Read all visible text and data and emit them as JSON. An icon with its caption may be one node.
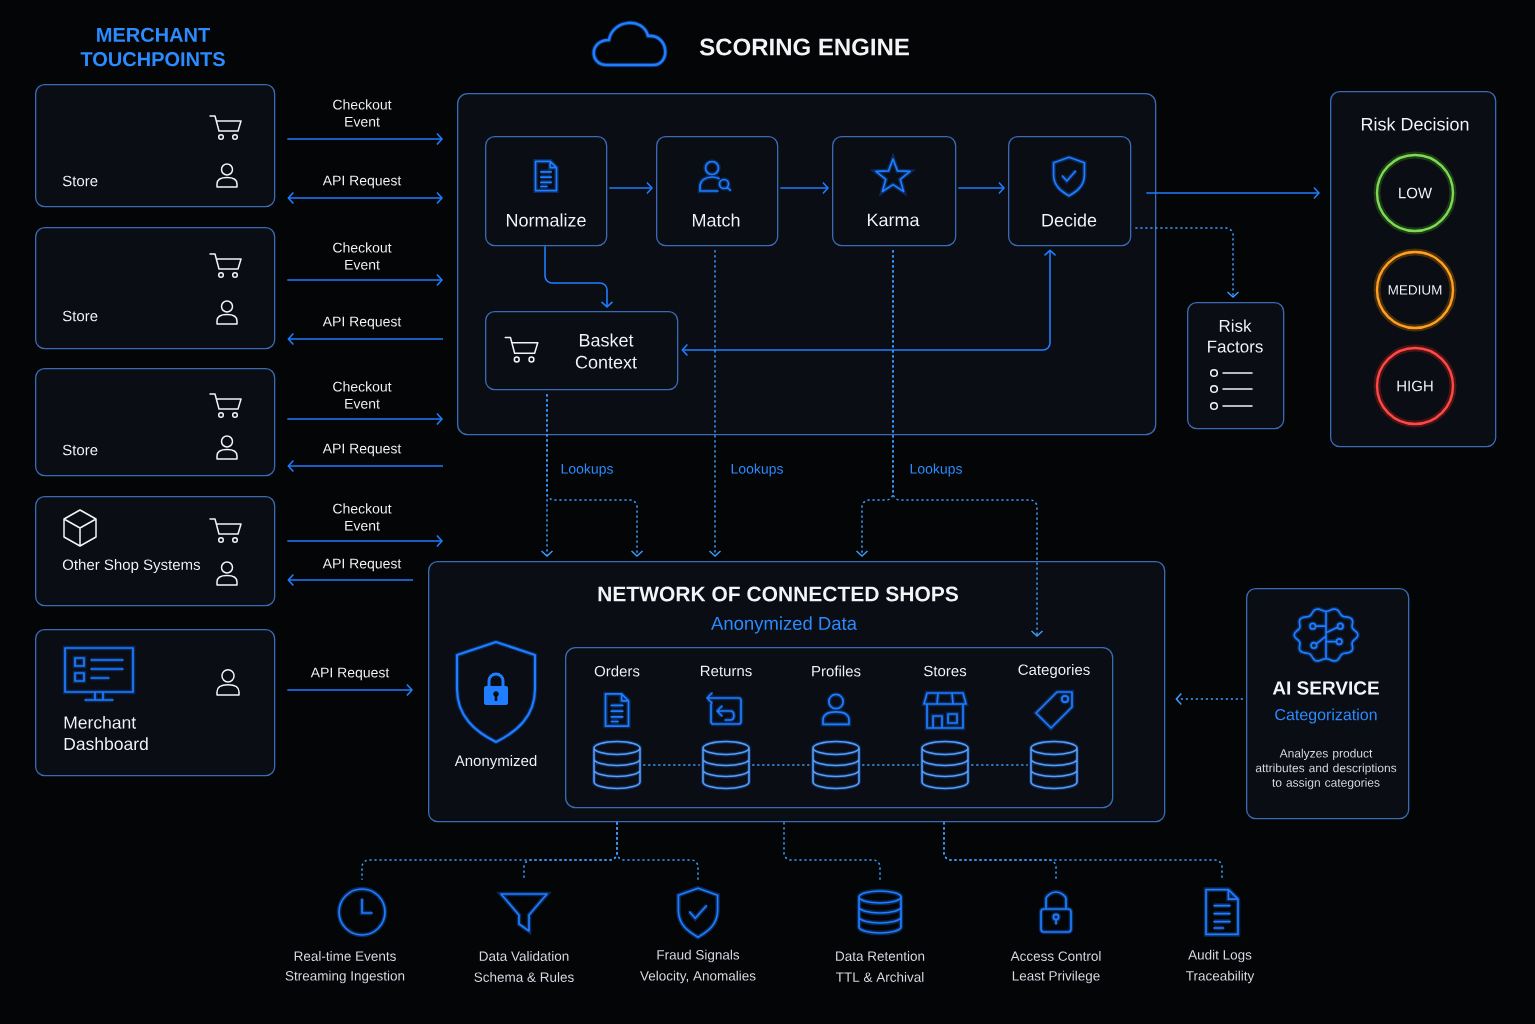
{
  "diagram": {
    "title": "SCORING ENGINE",
    "nodes": [
      {
        "text": [
          "Store"
        ]
      },
      {
        "text": [
          "Store"
        ]
      },
      {
        "text": [
          "Store"
        ]
      },
      {
        "text": [
          "Other Shop Systems"
        ]
      },
      {
        "text": [
          "Merchant Dashboard"
        ]
      },
      {
        "text": [],
        "shape": "box"
      },
      {
        "text": [
          "Normalize"
        ],
        "in": 5
      },
      {
        "text": [
          "Match"
        ],
        "in": 5
      },
      {
        "text": [
          "Karma"
        ],
        "in": 5
      },
      {
        "text": [
          "Decide"
        ],
        "in": 5
      },
      {
        "text": [
          "Basket Context"
        ],
        "in": 5
      },
      {
        "text": [
          "Risk Factors"
        ]
      },
      {
        "text": [
          "Risk Decision"
        ]
      },
      {
        "text": [
          "LOW"
        ],
        "in": 12
      },
      {
        "text": [
          "MEDIUM"
        ],
        "in": 12
      },
      {
        "text": [
          "HIGH"
        ],
        "in": 12
      },
      {
        "text": [
          "NETWORK OF CONNECTED SHOPS",
          "Anonymized Data"
        ]
      },
      {
        "text": [],
        "shape": "box",
        "in": 16
      },
      {
        "text": [
          "Orders"
        ],
        "in": 17
      },
      {
        "text": [
          "Returns"
        ],
        "in": 17
      },
      {
        "text": [
          "Profiles"
        ],
        "in": 17
      },
      {
        "text": [
          "Stores"
        ],
        "in": 17
      },
      {
        "text": [
          "Categories"
        ],
        "in": 17
      },
      {
        "text": [
          "AI SERVICE",
          "Categorization",
          "Analyzes product attributes and descriptions to assign categories"
        ]
      },
      {
        "text": [
          "Real-time Events",
          "Streaming Ingestion"
        ]
      },
      {
        "text": [
          "Data Validation",
          "Schema & Rules"
        ]
      },
      {
        "text": [
          "Fraud Signals",
          "Velocity, Anomalies"
        ]
      },
      {
        "text": [
          "Data Retention",
          "TTL & Archival"
        ]
      },
      {
        "text": [
          "Access Control",
          "Least Privilege"
        ]
      },
      {
        "text": [
          "Audit Logs",
          "Traceability"
        ]
      }
    ],
    "edges": [
      {
        "from": 0,
        "to": 5,
        "arrow": "to",
        "label": "Checkout Event"
      },
      {
        "from": 0,
        "to": 5,
        "arrow": "both",
        "label": "API Request"
      },
      {
        "from": 1,
        "to": 5,
        "arrow": "to",
        "label": "Checkout Event"
      },
      {
        "from": 5,
        "to": 1,
        "arrow": "to",
        "label": "API Request"
      },
      {
        "from": 2,
        "to": 5,
        "arrow": "to",
        "label": "Checkout Event"
      },
      {
        "from": 5,
        "to": 2,
        "arrow": "to",
        "label": "API Request"
      },
      {
        "from": 3,
        "to": 16,
        "arrow": "to",
        "label": "Checkout Event"
      },
      {
        "from": 16,
        "to": 3,
        "arrow": "to",
        "label": "API Request"
      },
      {
        "from": 4,
        "to": 16,
        "arrow": "to",
        "label": "API Request"
      },
      {
        "from": 6,
        "to": 7,
        "arrow": "to"
      },
      {
        "from": 7,
        "to": 8,
        "arrow": "to"
      },
      {
        "from": 8,
        "to": 9,
        "arrow": "to"
      },
      {
        "from": 6,
        "to": 10,
        "arrow": "to"
      },
      {
        "from": 10,
        "to": 9,
        "arrow": "both"
      },
      {
        "from": 9,
        "to": 12,
        "arrow": "to"
      },
      {
        "from": 9,
        "to": 11,
        "arrow": "to",
        "style": "dashed"
      },
      {
        "from": 10,
        "to": 16,
        "arrow": "to",
        "style": "dashed",
        "label": "Lookups"
      },
      {
        "from": 10,
        "to": 16,
        "arrow": "to",
        "style": "dashed"
      },
      {
        "from": 7,
        "to": 16,
        "arrow": "to",
        "style": "dashed",
        "label": "Lookups"
      },
      {
        "from": 8,
        "to": 16,
        "arrow": "to",
        "style": "dashed",
        "label": "Lookups"
      },
      {
        "from": 8,
        "to": 17,
        "arrow": "to",
        "style": "dashed"
      },
      {
        "from": 23,
        "to": 16,
        "arrow": "to",
        "style": "dashed"
      },
      {
        "from": 18,
        "to": 19,
        "arrow": "none",
        "style": "dashed"
      },
      {
        "from": 19,
        "to": 20,
        "arrow": "none",
        "style": "dashed"
      },
      {
        "from": 20,
        "to": 21,
        "arrow": "none",
        "style": "dashed"
      },
      {
        "from": 21,
        "to": 22,
        "arrow": "none",
        "style": "dashed"
      },
      {
        "from": 16,
        "to": 24,
        "arrow": "none",
        "style": "dashed"
      },
      {
        "from": 16,
        "to": 25,
        "arrow": "none",
        "style": "dashed"
      },
      {
        "from": 16,
        "to": 26,
        "arrow": "none",
        "style": "dashed"
      },
      {
        "from": 16,
        "to": 27,
        "arrow": "none",
        "style": "dashed"
      },
      {
        "from": 16,
        "to": 28,
        "arrow": "none",
        "style": "dashed"
      },
      {
        "from": 16,
        "to": 29,
        "arrow": "none",
        "style": "dashed"
      }
    ],
    "labels": [
      "MERCHANT TOUCHPOINTS",
      "Anonymized"
    ]
  }
}
